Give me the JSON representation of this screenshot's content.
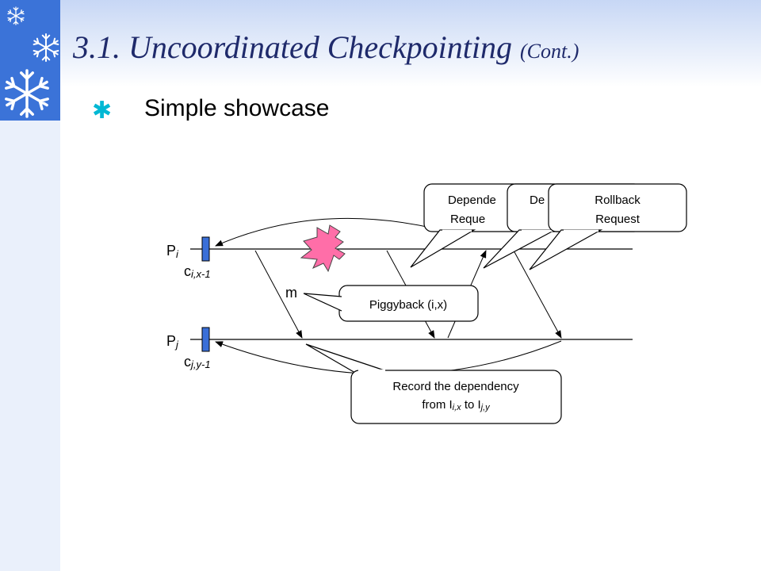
{
  "colors": {
    "sidebar": "#3b73d8",
    "title": "#1f2a6b",
    "bullet": "#00b8d4",
    "checkpoint": "#3a6fd8",
    "failure": "#ff6ea8"
  },
  "icons": [
    "snowflake-icon",
    "snowflake-icon",
    "snowflake-icon",
    "bullet-star-icon",
    "failure-star-icon"
  ],
  "slide": {
    "title": "3.1. Uncoordinated Checkpointing",
    "subtitle": "(Cont.)",
    "bullet": "Simple showcase"
  },
  "diagram": {
    "process_i": {
      "base": "P",
      "sub": "i"
    },
    "process_j": {
      "base": "P",
      "sub": "j"
    },
    "checkpoint_i": {
      "base": "c",
      "sub": "i,x-1"
    },
    "checkpoint_j": {
      "base": "c",
      "sub": "j,y-1"
    },
    "message": "m",
    "piggyback": "Piggyback (i,x)",
    "dependency_request_1": [
      "Depende",
      "Reque"
    ],
    "dependency_request_2": [
      "De"
    ],
    "rollback_request": [
      "Rollback",
      "Request"
    ],
    "record": {
      "line1": "Record the dependency",
      "from": "from I",
      "from_sub": "i,x",
      "to": " to I",
      "to_sub": "j,y"
    }
  }
}
